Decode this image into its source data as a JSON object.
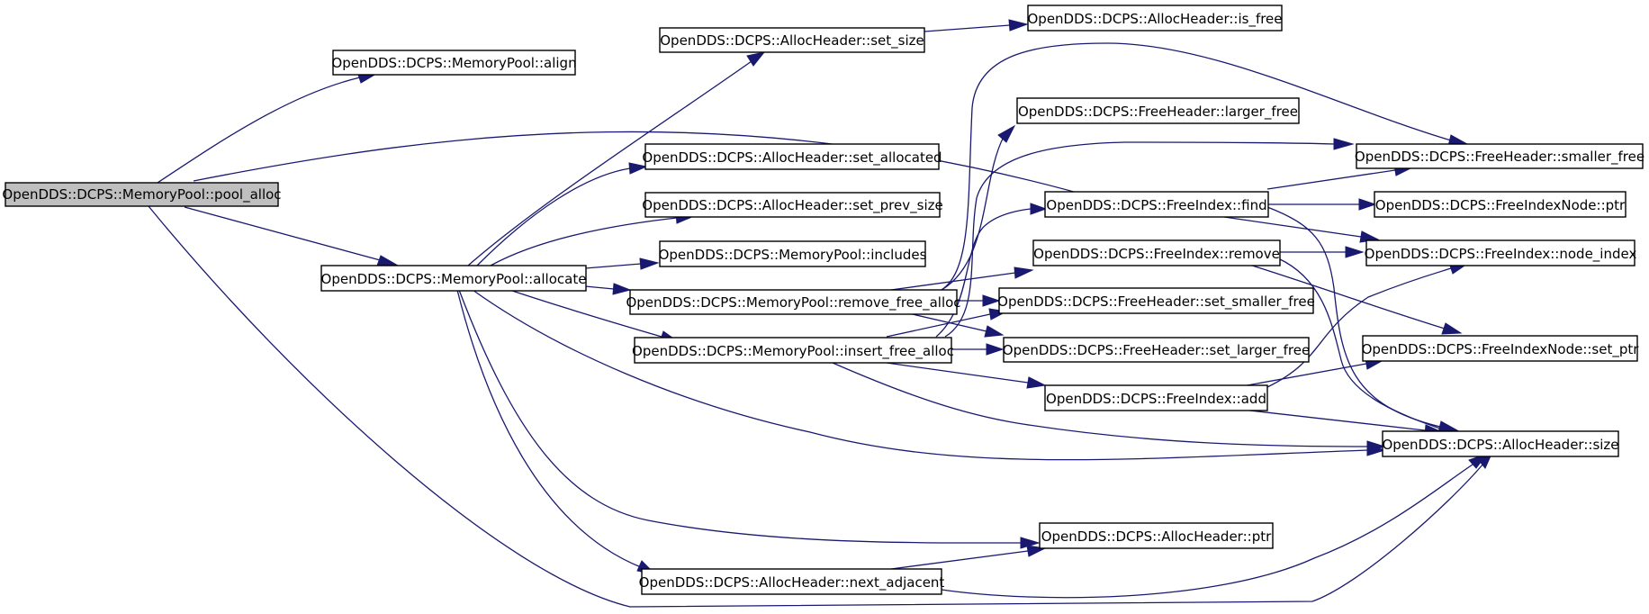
{
  "graph": {
    "nodes": {
      "pool_alloc": "OpenDDS::DCPS::MemoryPool::pool_alloc",
      "align": "OpenDDS::DCPS::MemoryPool::align",
      "allocate": "OpenDDS::DCPS::MemoryPool::allocate",
      "set_size": "OpenDDS::DCPS::AllocHeader::set_size",
      "is_free": "OpenDDS::DCPS::AllocHeader::is_free",
      "set_allocated": "OpenDDS::DCPS::AllocHeader::set_allocated",
      "set_prev_size": "OpenDDS::DCPS::AllocHeader::set_prev_size",
      "includes": "OpenDDS::DCPS::MemoryPool::includes",
      "remove_free_alloc": "OpenDDS::DCPS::MemoryPool::remove_free_alloc",
      "insert_free_alloc": "OpenDDS::DCPS::MemoryPool::insert_free_alloc",
      "larger_free": "OpenDDS::DCPS::FreeHeader::larger_free",
      "smaller_free": "OpenDDS::DCPS::FreeHeader::smaller_free",
      "find": "OpenDDS::DCPS::FreeIndex::find",
      "node_ptr": "OpenDDS::DCPS::FreeIndexNode::ptr",
      "remove": "OpenDDS::DCPS::FreeIndex::remove",
      "node_index": "OpenDDS::DCPS::FreeIndex::node_index",
      "set_smaller_free": "OpenDDS::DCPS::FreeHeader::set_smaller_free",
      "set_larger_free": "OpenDDS::DCPS::FreeHeader::set_larger_free",
      "set_ptr": "OpenDDS::DCPS::FreeIndexNode::set_ptr",
      "add": "OpenDDS::DCPS::FreeIndex::add",
      "size": "OpenDDS::DCPS::AllocHeader::size",
      "header_ptr": "OpenDDS::DCPS::AllocHeader::ptr",
      "next_adjacent": "OpenDDS::DCPS::AllocHeader::next_adjacent"
    },
    "edges": [
      [
        "pool_alloc",
        "align"
      ],
      [
        "pool_alloc",
        "allocate"
      ],
      [
        "pool_alloc",
        "find"
      ],
      [
        "pool_alloc",
        "size"
      ],
      [
        "allocate",
        "set_size"
      ],
      [
        "allocate",
        "set_allocated"
      ],
      [
        "allocate",
        "set_prev_size"
      ],
      [
        "allocate",
        "includes"
      ],
      [
        "allocate",
        "remove_free_alloc"
      ],
      [
        "allocate",
        "insert_free_alloc"
      ],
      [
        "allocate",
        "size"
      ],
      [
        "allocate",
        "header_ptr"
      ],
      [
        "allocate",
        "next_adjacent"
      ],
      [
        "set_size",
        "is_free"
      ],
      [
        "remove_free_alloc",
        "larger_free"
      ],
      [
        "remove_free_alloc",
        "smaller_free"
      ],
      [
        "remove_free_alloc",
        "remove"
      ],
      [
        "remove_free_alloc",
        "set_smaller_free"
      ],
      [
        "remove_free_alloc",
        "set_larger_free"
      ],
      [
        "insert_free_alloc",
        "smaller_free"
      ],
      [
        "insert_free_alloc",
        "find"
      ],
      [
        "insert_free_alloc",
        "set_smaller_free"
      ],
      [
        "insert_free_alloc",
        "set_larger_free"
      ],
      [
        "insert_free_alloc",
        "add"
      ],
      [
        "insert_free_alloc",
        "size"
      ],
      [
        "find",
        "smaller_free"
      ],
      [
        "find",
        "node_ptr"
      ],
      [
        "find",
        "node_index"
      ],
      [
        "find",
        "size"
      ],
      [
        "remove",
        "node_index"
      ],
      [
        "remove",
        "set_ptr"
      ],
      [
        "remove",
        "size"
      ],
      [
        "add",
        "node_index"
      ],
      [
        "add",
        "set_ptr"
      ],
      [
        "add",
        "size"
      ],
      [
        "next_adjacent",
        "header_ptr"
      ],
      [
        "next_adjacent",
        "size"
      ]
    ]
  }
}
